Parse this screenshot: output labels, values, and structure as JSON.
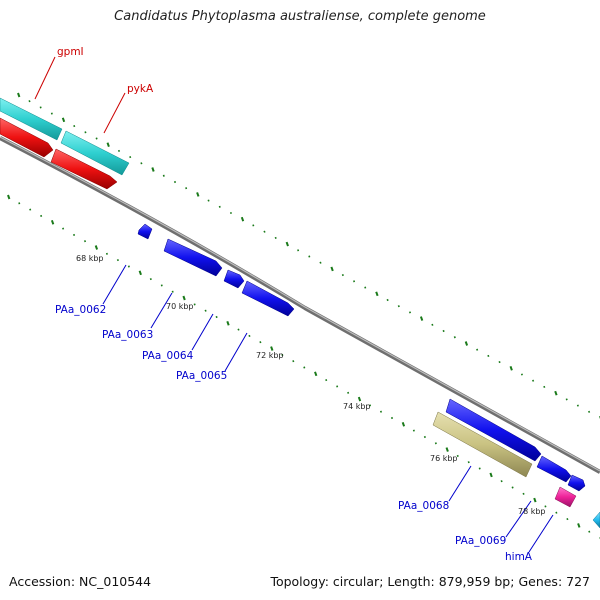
{
  "title": "Candidatus Phytoplasma australiense, complete genome",
  "footer": {
    "accession_label": "Accession:",
    "accession": "NC_010544",
    "topology_label": "Topology:",
    "topology": "circular",
    "length_label": "Length:",
    "length": "879,959 bp",
    "genes_label": "Genes:",
    "genes": "727"
  },
  "colors": {
    "backbone": "#8a8a8a",
    "tick": "#1a7a1a",
    "gene_label_red": "#cc0000",
    "gene_label_blue": "#0000cc",
    "cyan": "#2fd0d0",
    "red": "#ee1111",
    "blue": "#1111ee",
    "khaki": "#c9c282",
    "magenta": "#ee2299",
    "light_blue": "#22bbee"
  },
  "ticks": [
    "68 kbp",
    "70 kbp",
    "72 kbp",
    "74 kbp",
    "76 kbp",
    "78 kbp"
  ],
  "labels": [
    "gpmI",
    "pykA",
    "PAa_0062",
    "PAa_0063",
    "PAa_0064",
    "PAa_0065",
    "PAa_0068",
    "PAa_0069",
    "himA"
  ]
}
